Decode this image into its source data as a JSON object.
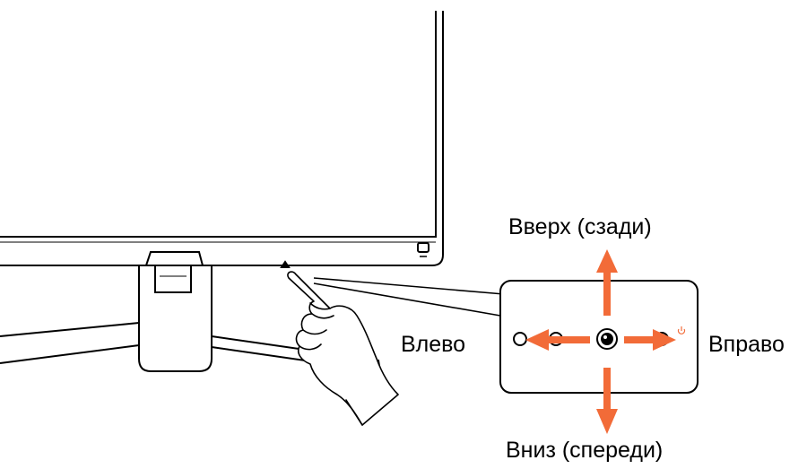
{
  "labels": {
    "up": "Вверх (сзади)",
    "down": "Вниз (спереди)",
    "left": "Влево",
    "right": "Вправо"
  },
  "colors": {
    "arrow": "#f26b38",
    "outline": "#000000",
    "background": "#ffffff"
  },
  "icons": {
    "power": "power-icon"
  }
}
